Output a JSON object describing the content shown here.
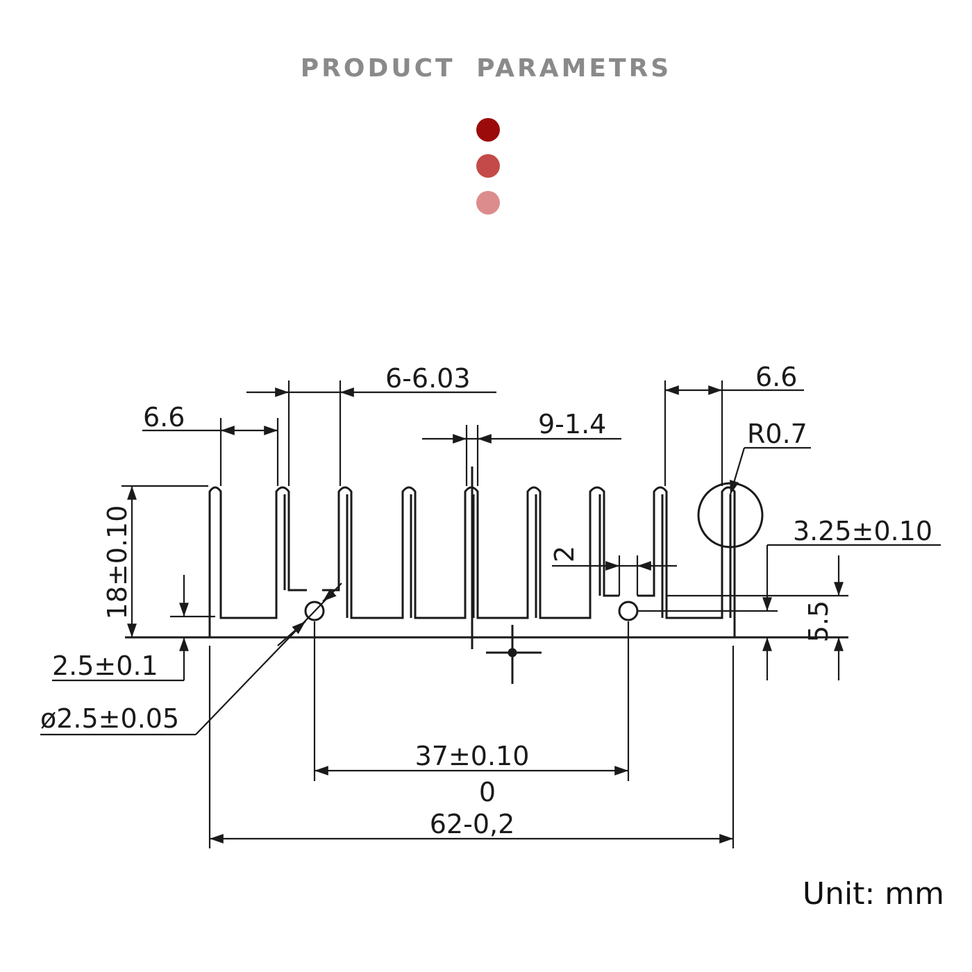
{
  "header": {
    "title": "PRODUCT  PARAMETRS",
    "dot_colors": [
      "#9b0b0b",
      "#c34a48",
      "#dc8c8c"
    ]
  },
  "drawing": {
    "dims": {
      "fin_pitch_left": "6.6",
      "fin_group": "6-6.03",
      "fin_thickness": "9-1.4",
      "fin_pitch_right": "6.6",
      "fillet_radius": "R0.7",
      "offset_right": "3.25±0.10",
      "slot_width": "2",
      "fin_height": "18±0.10",
      "base_thickness": "2.5±0.1",
      "hole_diameter": "ø2.5±0.05",
      "hole_spacing": "37±0.10",
      "hole_spacing_tol": "0",
      "overall_width": "62-0,2",
      "slot_height": "5.5"
    }
  },
  "footer": {
    "unit": "Unit: mm"
  }
}
